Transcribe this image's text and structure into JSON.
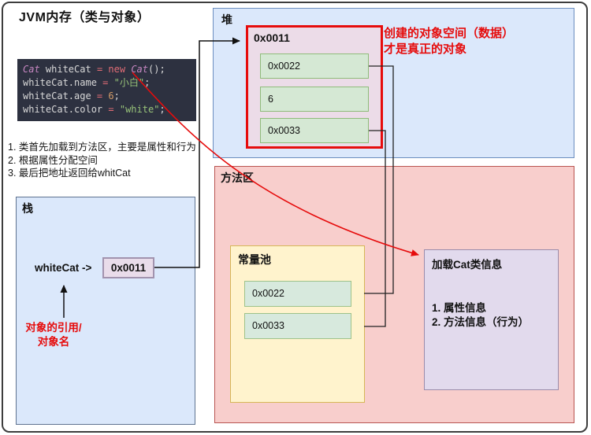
{
  "title": "JVM内存（类与对象）",
  "code": {
    "lines": [
      {
        "tokens": [
          {
            "text": "Cat"
          },
          {
            "text": " whiteCat "
          },
          {
            "text": "="
          },
          {
            "text": " "
          },
          {
            "text": "new"
          },
          {
            "text": " "
          },
          {
            "text": "Cat"
          },
          {
            "text": "();"
          }
        ]
      },
      {
        "tokens": [
          {
            "text": "whiteCat.name "
          },
          {
            "text": "="
          },
          {
            "text": " "
          },
          {
            "text": "\"小白\""
          },
          {
            "text": ";"
          }
        ]
      },
      {
        "tokens": [
          {
            "text": "whiteCat.age "
          },
          {
            "text": "="
          },
          {
            "text": " "
          },
          {
            "text": "6"
          },
          {
            "text": ";"
          }
        ]
      },
      {
        "tokens": [
          {
            "text": "whiteCat.color "
          },
          {
            "text": "="
          },
          {
            "text": " "
          },
          {
            "text": "\"white\""
          },
          {
            "text": ";"
          }
        ]
      }
    ]
  },
  "notes": [
    "1. 类首先加载到方法区，主要是属性和行为",
    "2. 根据属性分配空间",
    "3. 最后把地址返回给whitCat"
  ],
  "stack": {
    "label": "栈",
    "ref_label": "whiteCat ->",
    "address": "0x0011",
    "annotation_line1": "对象的引用/",
    "annotation_line2": "对象名"
  },
  "heap": {
    "label": "堆",
    "object": {
      "address": "0x0011",
      "fields": [
        "0x0022",
        "6",
        "0x0033"
      ]
    },
    "annotation_line1": "创建的对象空间（数据）",
    "annotation_line2": "才是真正的对象"
  },
  "method_area": {
    "label": "方法区",
    "constant_pool": {
      "label": "常量池",
      "entries": [
        "0x0022",
        "0x0033"
      ]
    },
    "class_info": {
      "title": "加载Cat类信息",
      "items": [
        "1. 属性信息",
        "2. 方法信息（行为）"
      ]
    }
  },
  "colors": {
    "accent_red": "#e60c0c",
    "heap_stack_fill": "#dbe8fb",
    "method_area_fill": "#f8cecc",
    "constant_pool_fill": "#fff3cd",
    "field_fill": "#d5e8d4",
    "object_fill": "#ecdce8",
    "code_background": "#2d3140"
  }
}
